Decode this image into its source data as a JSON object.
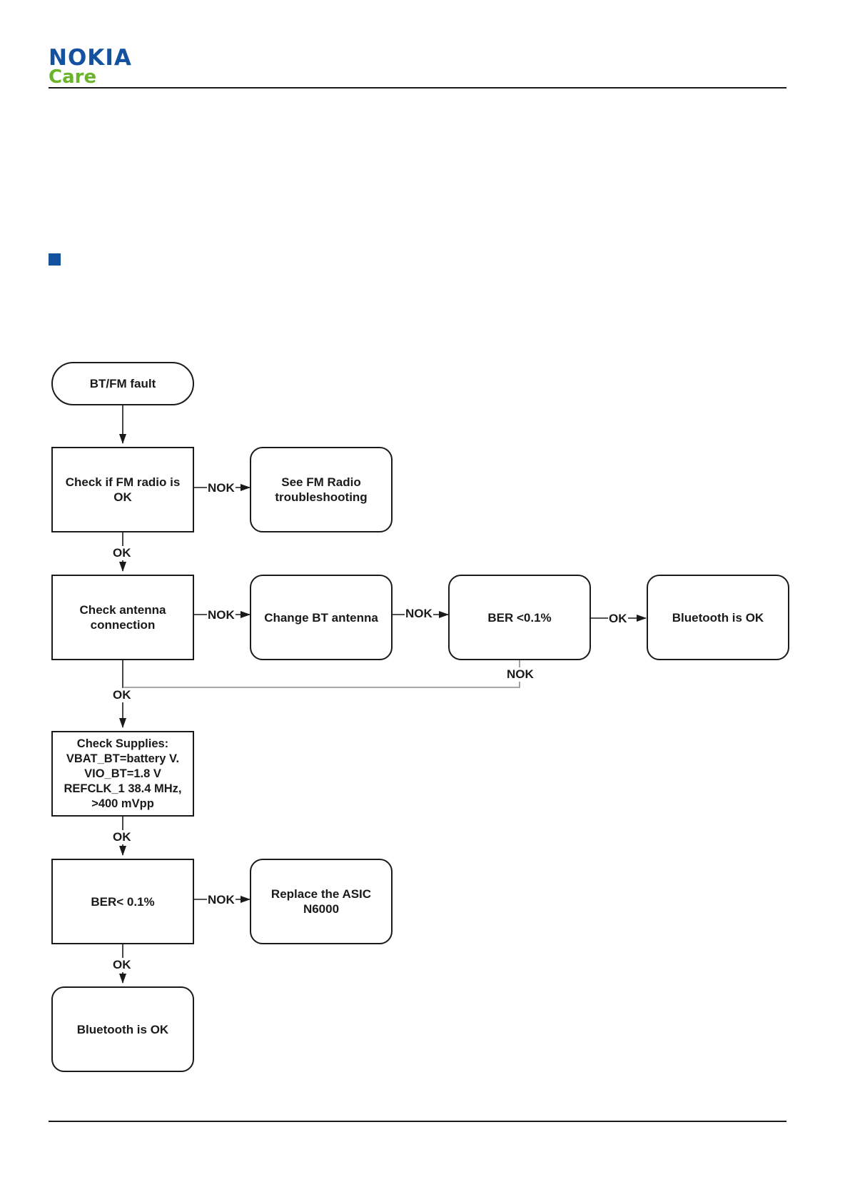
{
  "header": {
    "logo_main": "NOKIA",
    "logo_sub": "Care"
  },
  "flowchart": {
    "nodes": {
      "start": "BT/FM fault",
      "check_fm": "Check if FM radio is OK",
      "see_fm": "See FM Radio troubleshooting",
      "check_antenna": "Check antenna connection",
      "change_antenna": "Change BT antenna",
      "ber_1": "BER <0.1%",
      "bt_ok_1": "Bluetooth is OK",
      "check_supplies": "Check Supplies:\nVBAT_BT=battery V.\nVIO_BT=1.8 V\nREFCLK_1 38.4 MHz,\n>400 mVpp",
      "ber_2": "BER< 0.1%",
      "replace_asic": "Replace the ASIC N6000",
      "bt_ok_2": "Bluetooth is OK"
    },
    "labels": {
      "nok_fm": "NOK",
      "ok_fm": "OK",
      "nok_antenna": "NOK",
      "nok_change": "NOK",
      "ok_ber1": "OK",
      "nok_ber1": "NOK",
      "ok_antenna": "OK",
      "ok_supplies": "OK",
      "nok_ber2": "NOK",
      "ok_ber2": "OK"
    },
    "colors": {
      "stroke": "#1a1a1a",
      "loop_line": "#8c8c8c",
      "accent": "#1452a0",
      "brand_green": "#6ab42c"
    }
  }
}
